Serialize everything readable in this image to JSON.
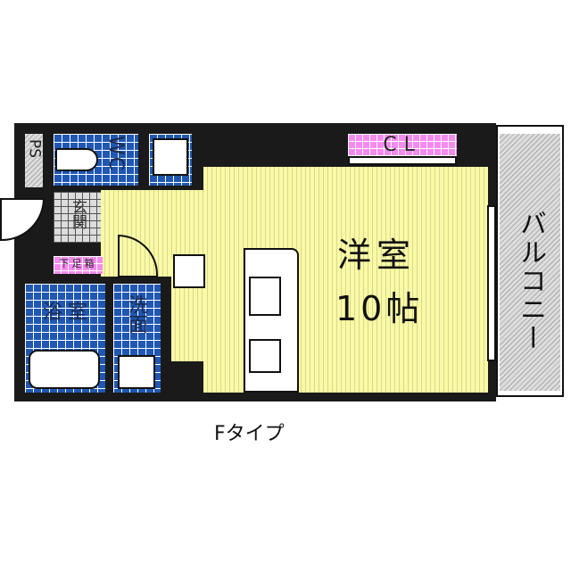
{
  "rooms": {
    "ps": "PS",
    "wc": "WC",
    "genkan": "玄関",
    "shoe_box": "下足箱",
    "bath": "浴室",
    "washroom": "洗面",
    "western_room": "洋室",
    "western_size": "10帖",
    "closet": "CL",
    "balcony": "バルコニー"
  },
  "caption": "Fタイプ",
  "colors": {
    "tile": "#1f57b3",
    "floor": "#fafaa6",
    "closet": "#f68af0",
    "wall": "#1a1a1a"
  }
}
